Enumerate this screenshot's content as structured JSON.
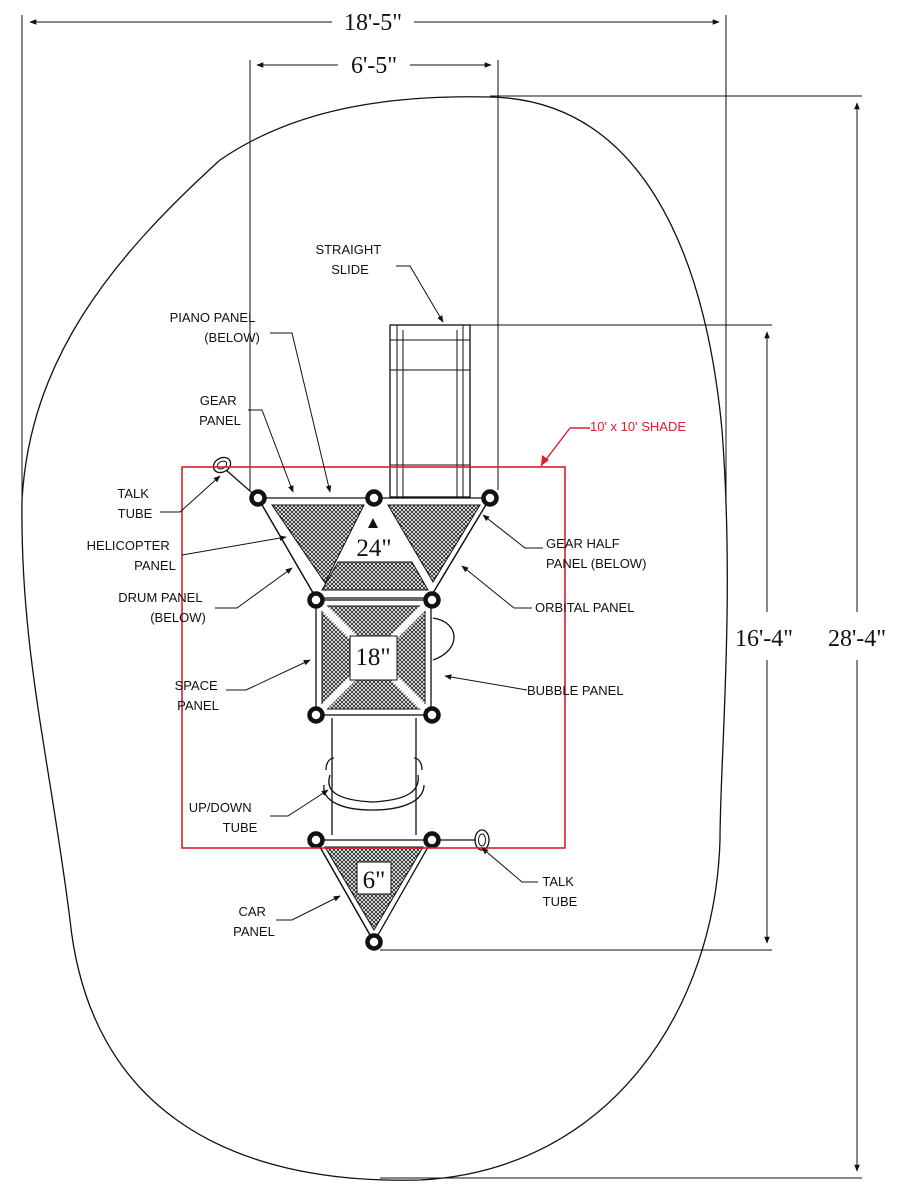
{
  "dimensions": {
    "overall_width": "18'-5\"",
    "structure_width": "6'-5\"",
    "structure_length": "16'-4\"",
    "overall_length": "28'-4\""
  },
  "deck_heights": {
    "triangle_deck": "24\"",
    "square_deck": "18\"",
    "car_deck": "6\""
  },
  "shade_label": "10' x 10' SHADE",
  "labels": {
    "straight_slide": [
      "STRAIGHT",
      "SLIDE"
    ],
    "piano_panel": [
      "PIANO PANEL",
      "(BELOW)"
    ],
    "gear_panel": [
      "GEAR",
      "PANEL"
    ],
    "talk_tube_top": [
      "TALK",
      "TUBE"
    ],
    "helicopter_panel": [
      "HELICOPTER",
      "PANEL"
    ],
    "drum_panel": [
      "DRUM PANEL",
      "(BELOW)"
    ],
    "space_panel": [
      "SPACE",
      "PANEL"
    ],
    "up_down_tube": [
      "UP/DOWN",
      "TUBE"
    ],
    "car_panel": [
      "CAR",
      "PANEL"
    ],
    "gear_half_panel": [
      "GEAR HALF",
      "PANEL (BELOW)"
    ],
    "orbital_panel": [
      "ORBITAL PANEL"
    ],
    "bubble_panel": [
      "BUBBLE PANEL"
    ],
    "talk_tube_bottom": [
      "TALK",
      "TUBE"
    ]
  },
  "colors": {
    "line": "#111111",
    "shade": "#d8202a",
    "background": "#ffffff"
  }
}
